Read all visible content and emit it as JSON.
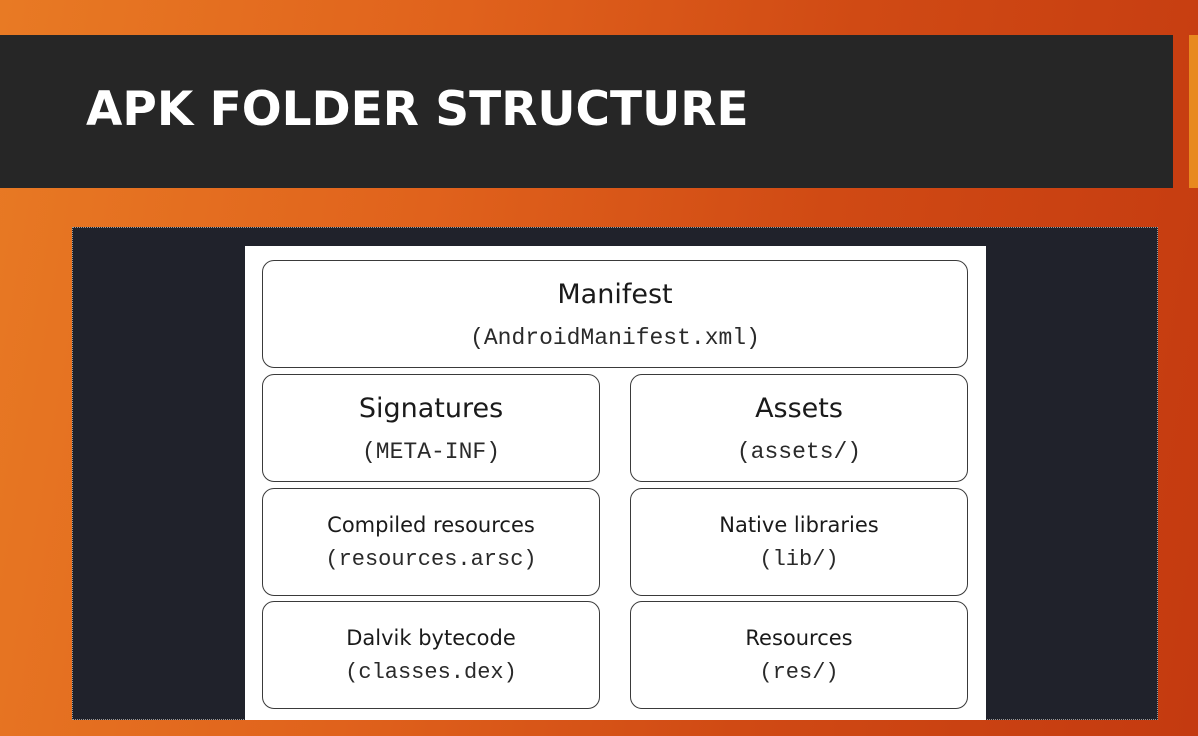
{
  "slide": {
    "title": "APK FOLDER STRUCTURE"
  },
  "diagram": {
    "manifest": {
      "name": "Manifest",
      "path": "(AndroidManifest.xml)"
    },
    "signatures": {
      "name": "Signatures",
      "path": "(META-INF)"
    },
    "assets": {
      "name": "Assets",
      "path": "(assets/)"
    },
    "compiled_resources": {
      "name": "Compiled resources",
      "path": "(resources.arsc)"
    },
    "native_libraries": {
      "name": "Native libraries",
      "path": "(lib/)"
    },
    "dalvik_bytecode": {
      "name": "Dalvik bytecode",
      "path": "(classes.dex)"
    },
    "resources": {
      "name": "Resources",
      "path": "(res/)"
    }
  },
  "colors": {
    "background_orange": "#e0621c",
    "title_bar": "#262626",
    "accent": "#e8891f",
    "figure_frame": "#20222b"
  }
}
